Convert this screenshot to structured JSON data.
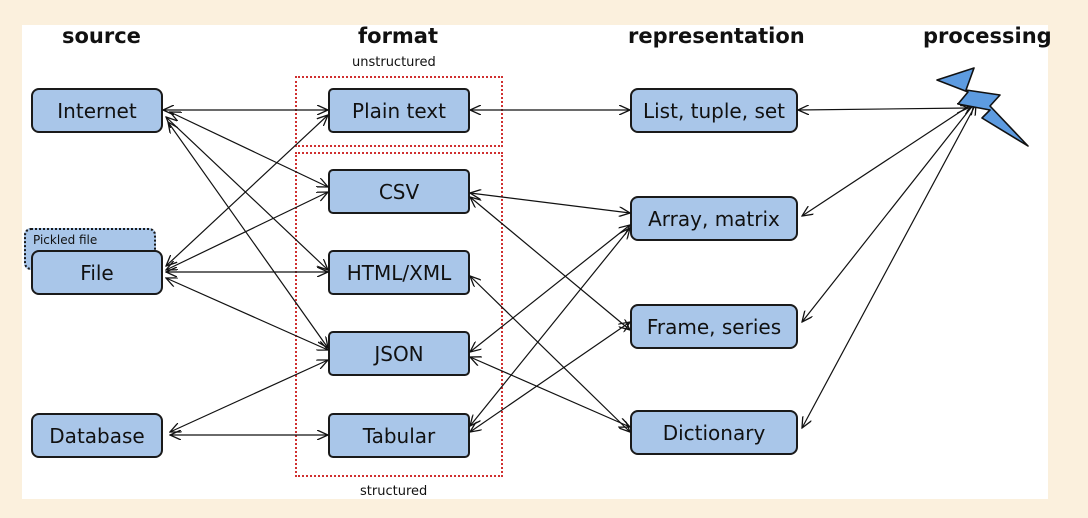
{
  "headers": {
    "source": "source",
    "format": "format",
    "representation": "representation",
    "processing": "processing"
  },
  "group_labels": {
    "unstructured": "unstructured",
    "structured": "structured"
  },
  "sources": {
    "internet": "Internet",
    "pickled": "Pickled file",
    "file": "File",
    "database": "Database"
  },
  "formats": {
    "plain_text": "Plain text",
    "csv": "CSV",
    "html_xml": "HTML/XML",
    "json": "JSON",
    "tabular": "Tabular"
  },
  "representations": {
    "list": "List, tuple, set",
    "array": "Array, matrix",
    "frame": "Frame, series",
    "dictionary": "Dictionary"
  },
  "colors": {
    "box_fill": "#a9c6e9",
    "group_border": "#d03030",
    "lightning": "#5d9be0",
    "page_background": "#fbf0dd",
    "panel": "#ffffff"
  },
  "icons": {
    "processing": "lightning-bolt-icon"
  }
}
